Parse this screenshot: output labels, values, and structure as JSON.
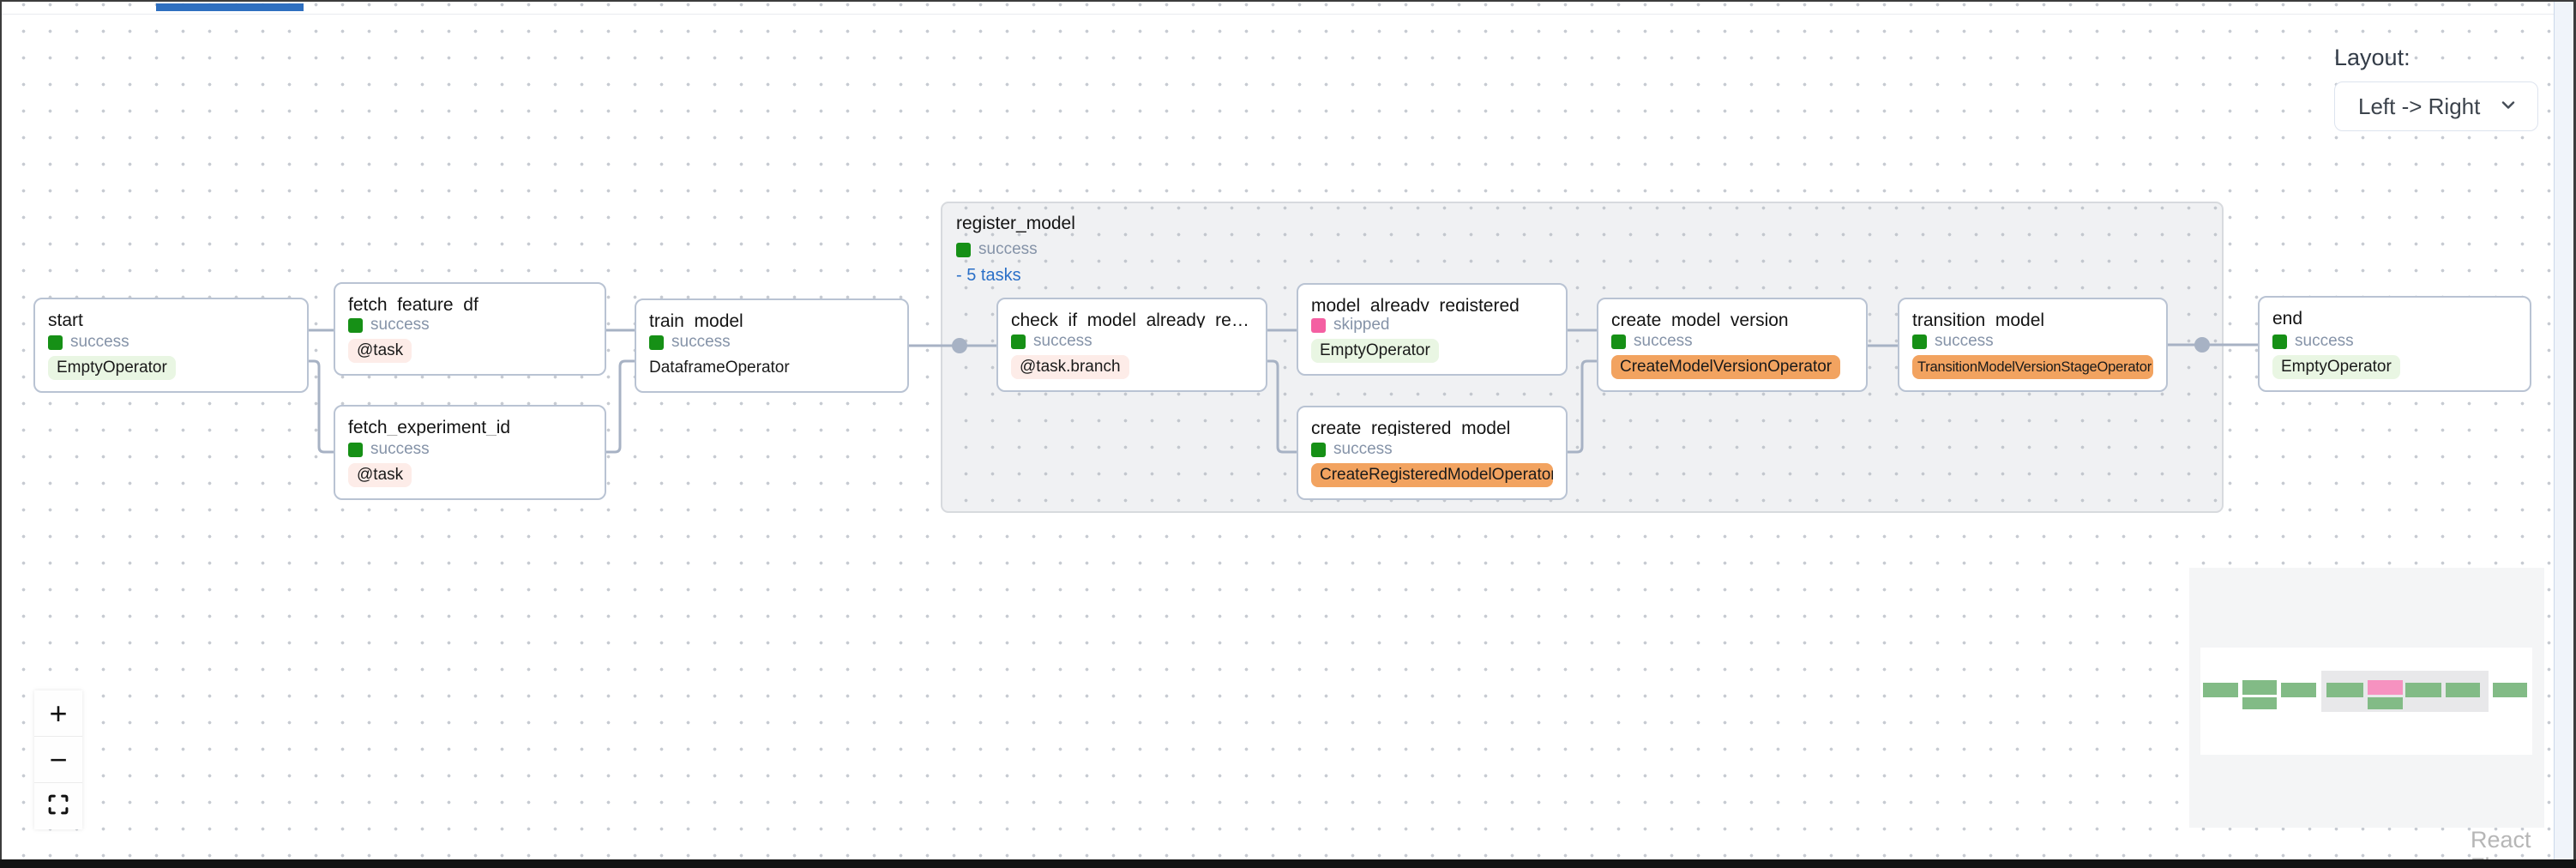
{
  "tab_bar": {
    "active_indicator_color": "#2e6fc0"
  },
  "layout_control": {
    "label": "Layout:",
    "value": "Left -> Right"
  },
  "dag": {
    "nodes": [
      {
        "title": "start",
        "state": "success",
        "operator": "EmptyOperator"
      },
      {
        "title": "fetch_feature_df",
        "state": "success",
        "operator": "@task"
      },
      {
        "title": "fetch_experiment_id",
        "state": "success",
        "operator": "@task"
      },
      {
        "title": "train_model",
        "state": "success",
        "operator": "DataframeOperator"
      },
      {
        "title": "check_if_model_already_regis...",
        "state": "success",
        "operator": "@task.branch"
      },
      {
        "title": "model_already_registered",
        "state": "skipped",
        "operator": "EmptyOperator"
      },
      {
        "title": "create_registered_model",
        "state": "success",
        "operator": "CreateRegisteredModelOperator"
      },
      {
        "title": "create_model_version",
        "state": "success",
        "operator": "CreateModelVersionOperator"
      },
      {
        "title": "transition_model",
        "state": "success",
        "operator": "TransitionModelVersionStageOperator"
      },
      {
        "title": "end",
        "state": "success",
        "operator": "EmptyOperator"
      }
    ],
    "group": {
      "title": "register_model",
      "state": "success",
      "tasks_label": "- 5 tasks"
    }
  },
  "controls": {
    "zoom_in_icon": "+",
    "zoom_out_icon": "−",
    "fit_view_icon": "fit-view"
  },
  "minimap": {
    "viewport_color": "#ffffff",
    "node_color": "#82bb86",
    "skipped_node_color": "#f692c0",
    "group_color": "#e8e8ea"
  },
  "attribution": "React Flow",
  "colors": {
    "success": "#169016",
    "skipped": "#f45fa2",
    "edge": "#a7b2c4",
    "task_badge_bg": "#fdece8",
    "empty_operator_badge_bg": "#e9f6e3",
    "operator_badge_bg": "#f2a360",
    "link": "#2a6fc7"
  }
}
